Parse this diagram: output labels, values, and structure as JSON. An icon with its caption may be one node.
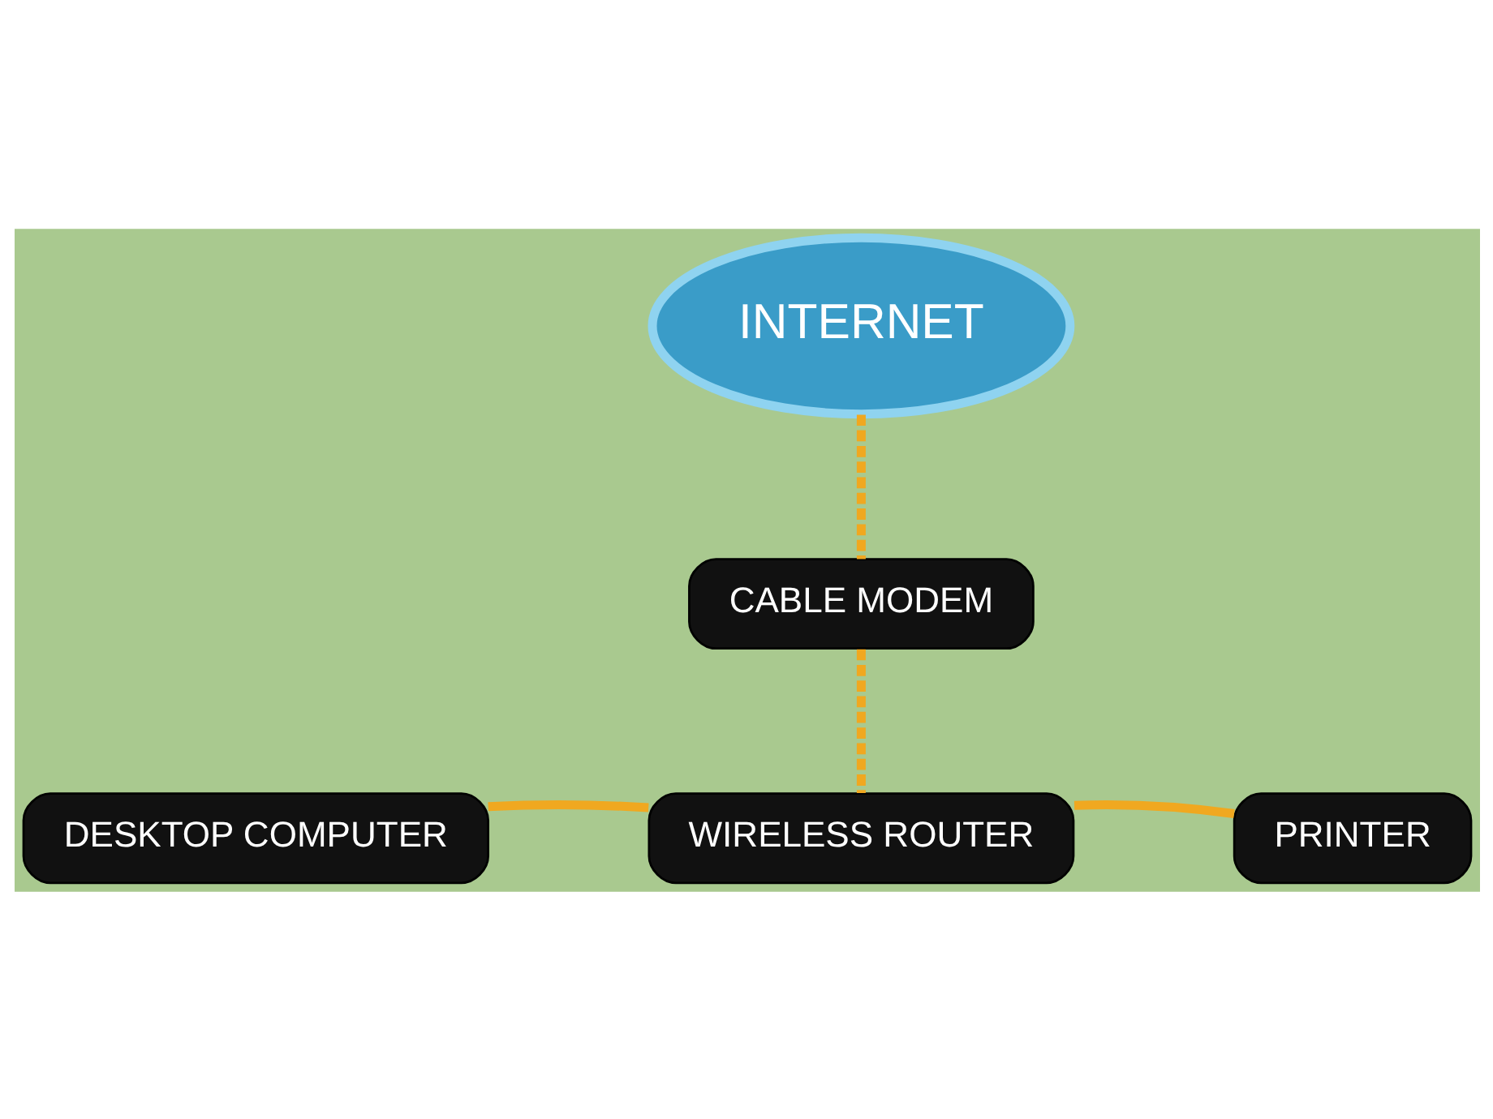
{
  "diagram": {
    "nodes": [
      {
        "text": [
          "INTERNET"
        ]
      },
      {
        "text": [
          "CABLE MODEM"
        ]
      },
      {
        "text": [
          "DESKTOP COMPUTER"
        ]
      },
      {
        "text": [
          "WIRELESS ROUTER"
        ]
      },
      {
        "text": [
          "PRINTER"
        ]
      }
    ],
    "edges": [
      {
        "from": 0,
        "to": 1,
        "arrow": "none",
        "style": "dashed"
      },
      {
        "from": 1,
        "to": 3,
        "arrow": "none",
        "style": "dashed"
      },
      {
        "from": 2,
        "to": 3,
        "arrow": "none"
      },
      {
        "from": 3,
        "to": 4,
        "arrow": "none"
      }
    ]
  }
}
